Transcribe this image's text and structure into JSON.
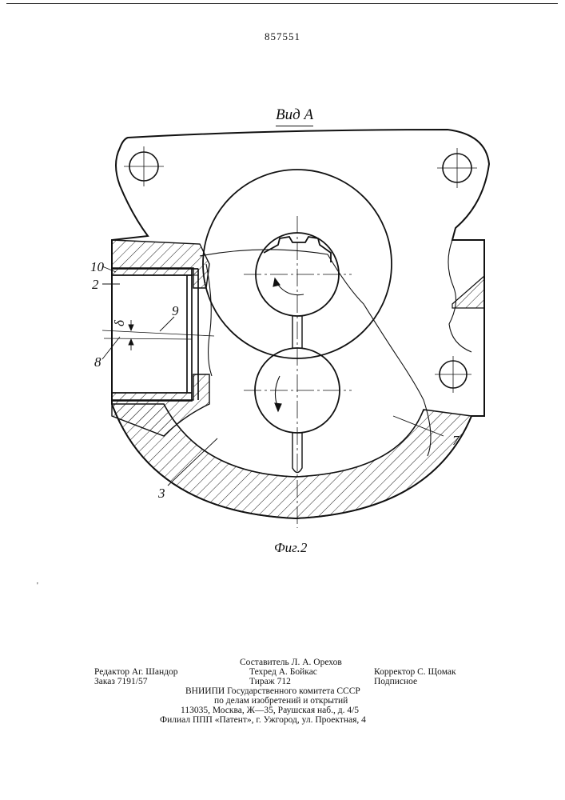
{
  "header": {
    "patent_number": "857551"
  },
  "figure": {
    "view_label": "Вид А",
    "caption": "Фиг.2",
    "callouts": {
      "c10": "10",
      "c2": "2",
      "c9": "9",
      "c8": "8",
      "cdelta": "δ",
      "c3": "3",
      "c7": "7"
    }
  },
  "imprint": {
    "editor": "Редактор Аг. Шандор",
    "order": "Заказ 7191/57",
    "compiler": "Составитель Л. А. Орехов",
    "techred": "Техред А. Бойкас",
    "circulation": "Тираж 712",
    "corrector": "Корректор С. Щомак",
    "subscription": "Подписное",
    "org_line1": "ВНИИПИ Государственного комитета СССР",
    "org_line2": "по делам изобретений и открытий",
    "address": "113035, Москва, Ж—35, Раушская наб., д. 4/5",
    "branch": "Филиал ППП «Патент», г. Ужгород, ул. Проектная, 4"
  }
}
